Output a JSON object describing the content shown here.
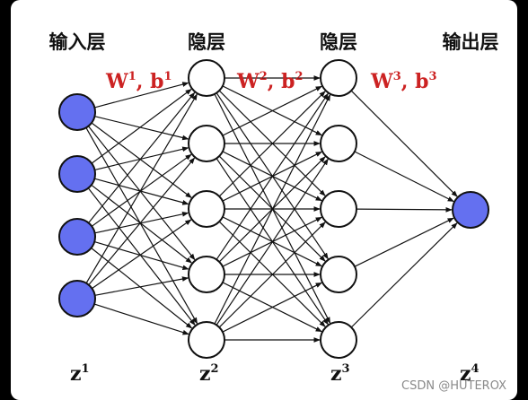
{
  "layers": [
    {
      "title": "输入层",
      "neurons": 4,
      "z": "z",
      "sup": "1",
      "color": "#6470f0"
    },
    {
      "title": "隐层",
      "neurons": 5,
      "z": "z",
      "sup": "2",
      "color": "#ffffff"
    },
    {
      "title": "隐层",
      "neurons": 5,
      "z": "z",
      "sup": "3",
      "color": "#ffffff"
    },
    {
      "title": "输出层",
      "neurons": 1,
      "z": "z",
      "sup": "4",
      "color": "#6470f0"
    }
  ],
  "weights": [
    {
      "w": "W",
      "w_sup": "1",
      "sep": ", ",
      "b": "b",
      "b_sup": "1"
    },
    {
      "w": "W",
      "w_sup": "2",
      "sep": ", ",
      "b": "b",
      "b_sup": "2"
    },
    {
      "w": "W",
      "w_sup": "3",
      "sep": ", ",
      "b": "b",
      "b_sup": "3"
    }
  ],
  "watermark": "CSDN @HUTEROX",
  "colors": {
    "edge": "#111111",
    "neuron_stroke": "#111111",
    "param": "#cc2222",
    "input_fill": "#6470f0",
    "background": "#ffffff"
  }
}
